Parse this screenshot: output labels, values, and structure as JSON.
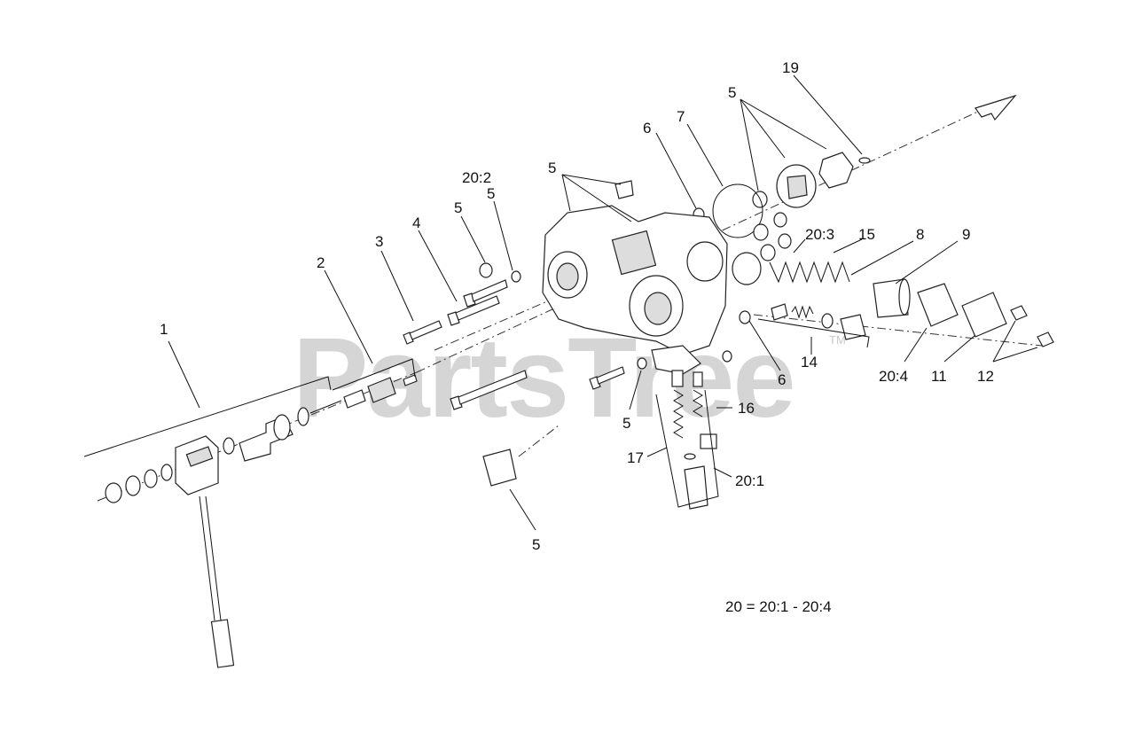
{
  "watermark": {
    "text": "PartsTree",
    "trademark": "TM"
  },
  "formula": "20 = 20:1 - 20:4",
  "callouts": {
    "c1": "1",
    "c2": "2",
    "c3": "3",
    "c4": "4",
    "c5a": "5",
    "c5b": "5",
    "c5c": "5",
    "c5d": "5",
    "c5e": "5",
    "c5f": "5",
    "c6a": "6",
    "c6b": "6",
    "c7": "7",
    "c8": "8",
    "c9": "9",
    "c11": "11",
    "c12": "12",
    "c14": "14",
    "c15": "15",
    "c16": "16",
    "c17": "17",
    "c19": "19",
    "c20_1": "20:1",
    "c20_2": "20:2",
    "c20_3": "20:3",
    "c20_4": "20:4"
  }
}
